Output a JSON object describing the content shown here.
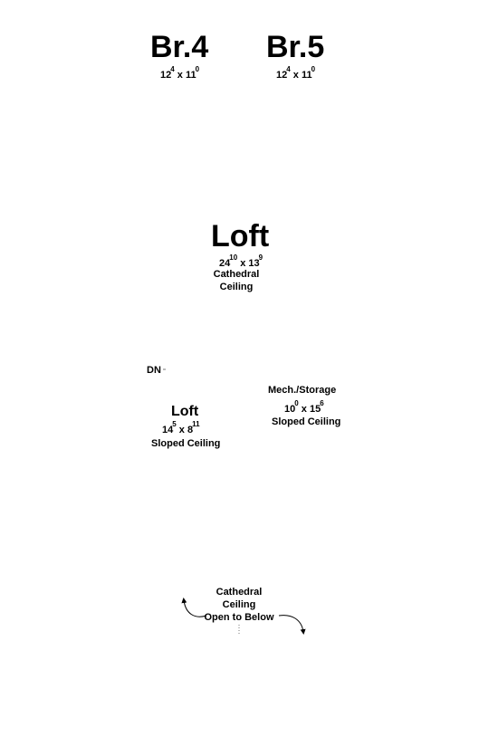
{
  "rooms": {
    "br4": {
      "name": "Br.4",
      "dim_a": "12",
      "dim_a_in": "4",
      "sep": "x",
      "dim_b": "11",
      "dim_b_in": "0"
    },
    "br5": {
      "name": "Br.5",
      "dim_a": "12",
      "dim_a_in": "4",
      "sep": "x",
      "dim_b": "11",
      "dim_b_in": "0"
    },
    "loft_main": {
      "name": "Loft",
      "dim_a": "24",
      "dim_a_in": "10",
      "sep": "x",
      "dim_b": "13",
      "dim_b_in": "9",
      "note_line1": "Cathedral",
      "note_line2": "Ceiling"
    },
    "loft_small": {
      "name": "Loft",
      "dim_a": "14",
      "dim_a_in": "5",
      "sep": "x",
      "dim_b": "8",
      "dim_b_in": "11",
      "note": "Sloped Ceiling"
    },
    "mech": {
      "name": "Mech./Storage",
      "dim_a": "10",
      "dim_a_in": "0",
      "sep": "x",
      "dim_b": "15",
      "dim_b_in": "6",
      "note": "Sloped Ceiling"
    }
  },
  "stair": {
    "label": "DN"
  },
  "open_below": {
    "line1": "Cathedral",
    "line2": "Ceiling",
    "line3": "Open to Below"
  }
}
